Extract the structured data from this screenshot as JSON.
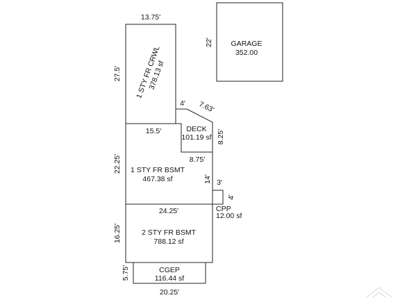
{
  "areas": {
    "garage": {
      "name": "GARAGE",
      "sf": "352.00"
    },
    "crawl": {
      "name": "1 STY FR CRWL",
      "sf": "378.13 sf"
    },
    "deck": {
      "name": "DECK",
      "sf": "101.19 sf"
    },
    "bsmt1": {
      "name": "1 STY FR BSMT",
      "sf": "467.38 sf"
    },
    "cpp": {
      "name": "CPP",
      "sf": "12.00 sf"
    },
    "bsmt2": {
      "name": "2 STY FR BSMT",
      "sf": "788.12 sf"
    },
    "cgep": {
      "name": "CGEP",
      "sf": "116.44 sf"
    }
  },
  "dimensions": {
    "crawl_width": "13.75'",
    "crawl_depth": "27.5'",
    "garage_side": "22'",
    "deck_top": "4'",
    "deck_diag": "7.63'",
    "deck_side": "8.25'",
    "bsmt1_width": "15.5'",
    "bsmt1_notch": "8.75'",
    "bsmt1_depth": "22.25'",
    "bsmt1_jog": "14'",
    "cpp_width": "3'",
    "cpp_depth": "4'",
    "bsmt2_width": "24.25'",
    "bsmt2_depth": "16.25'",
    "cgep_depth": "5.75'",
    "cgep_width": "20.25'"
  }
}
